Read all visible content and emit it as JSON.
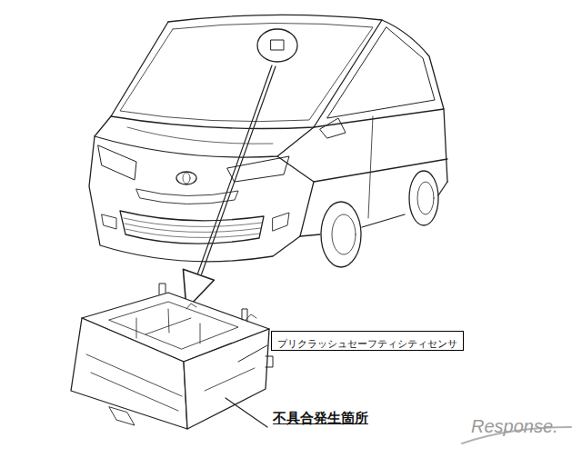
{
  "diagram": {
    "nodes": [
      {
        "text": [
          "プリクラッシュセーフティシティセンサ"
        ]
      }
    ],
    "labels": [
      "不具合発生箇所",
      "Response."
    ]
  }
}
